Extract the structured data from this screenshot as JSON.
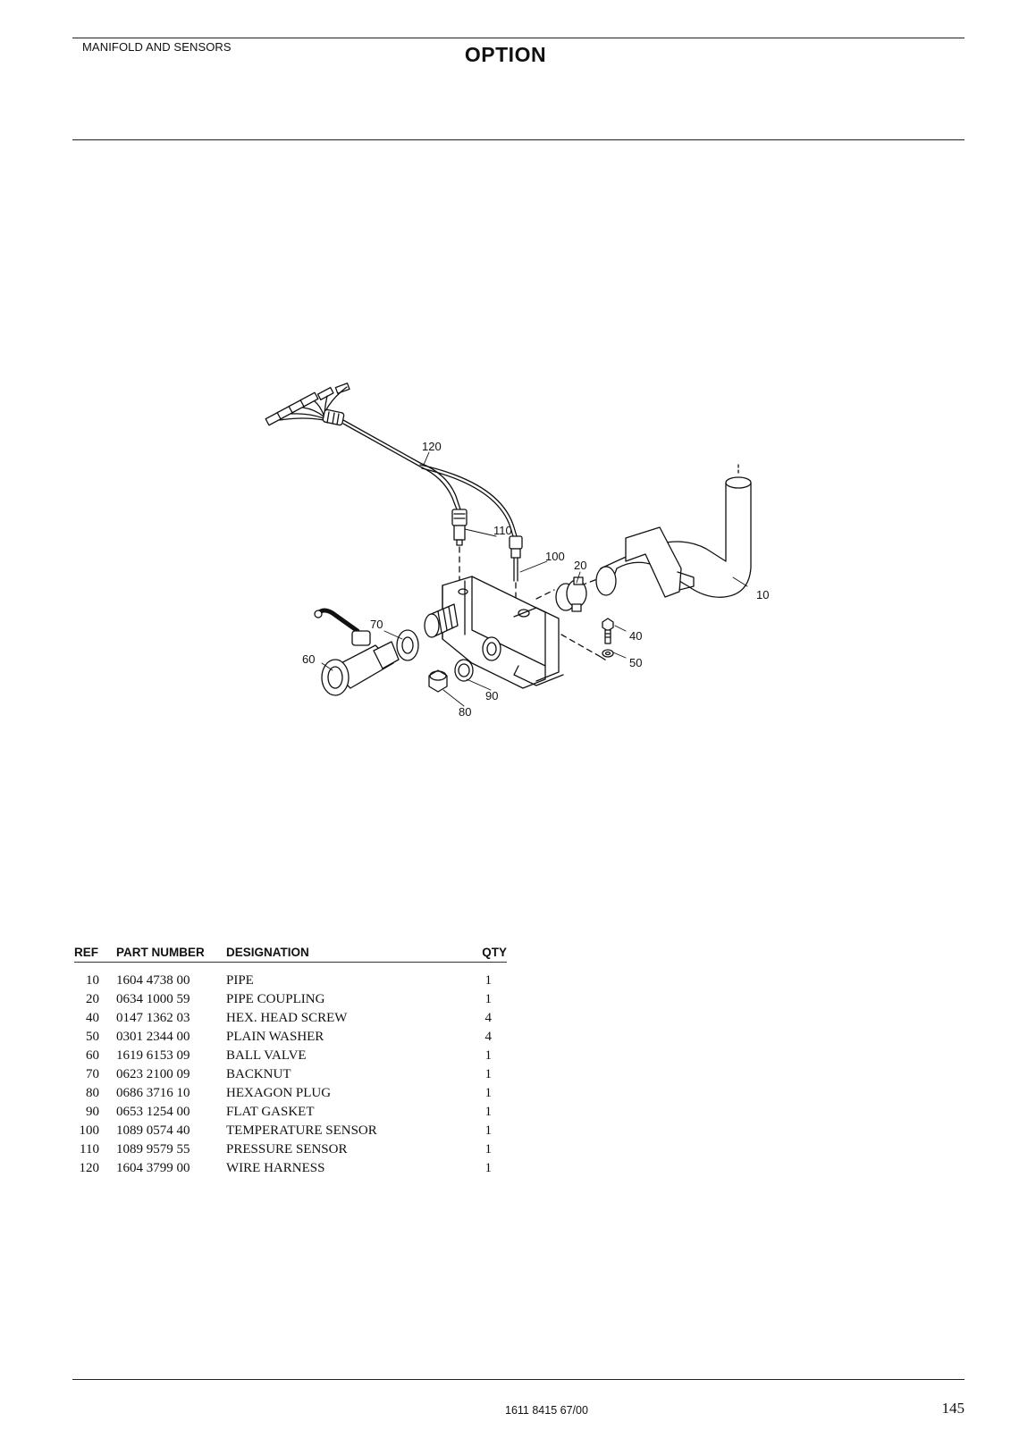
{
  "header": {
    "section_title": "MANIFOLD AND SENSORS",
    "heading": "OPTION"
  },
  "diagram": {
    "callouts": [
      "10",
      "20",
      "40",
      "50",
      "60",
      "70",
      "80",
      "90",
      "100",
      "110",
      "120"
    ]
  },
  "parts_table": {
    "columns": {
      "ref": "REF",
      "part_number": "PART NUMBER",
      "designation": "DESIGNATION",
      "qty": "QTY"
    },
    "rows": [
      {
        "ref": "10",
        "part_number": "1604 4738 00",
        "designation": "PIPE",
        "qty": "1"
      },
      {
        "ref": "20",
        "part_number": "0634 1000 59",
        "designation": "PIPE COUPLING",
        "qty": "1"
      },
      {
        "ref": "40",
        "part_number": "0147 1362 03",
        "designation": "HEX. HEAD SCREW",
        "qty": "4"
      },
      {
        "ref": "50",
        "part_number": "0301 2344 00",
        "designation": "PLAIN WASHER",
        "qty": "4"
      },
      {
        "ref": "60",
        "part_number": "1619 6153 09",
        "designation": "BALL VALVE",
        "qty": "1"
      },
      {
        "ref": "70",
        "part_number": "0623 2100 09",
        "designation": "BACKNUT",
        "qty": "1"
      },
      {
        "ref": "80",
        "part_number": "0686 3716 10",
        "designation": "HEXAGON PLUG",
        "qty": "1"
      },
      {
        "ref": "90",
        "part_number": "0653 1254 00",
        "designation": "FLAT GASKET",
        "qty": "1"
      },
      {
        "ref": "100",
        "part_number": "1089 0574 40",
        "designation": "TEMPERATURE SENSOR",
        "qty": "1"
      },
      {
        "ref": "110",
        "part_number": "1089 9579 55",
        "designation": "PRESSURE SENSOR",
        "qty": "1"
      },
      {
        "ref": "120",
        "part_number": "1604 3799 00",
        "designation": "WIRE HARNESS",
        "qty": "1"
      }
    ]
  },
  "footer": {
    "doc_number": "1611 8415 67/00",
    "page_number": "145"
  }
}
